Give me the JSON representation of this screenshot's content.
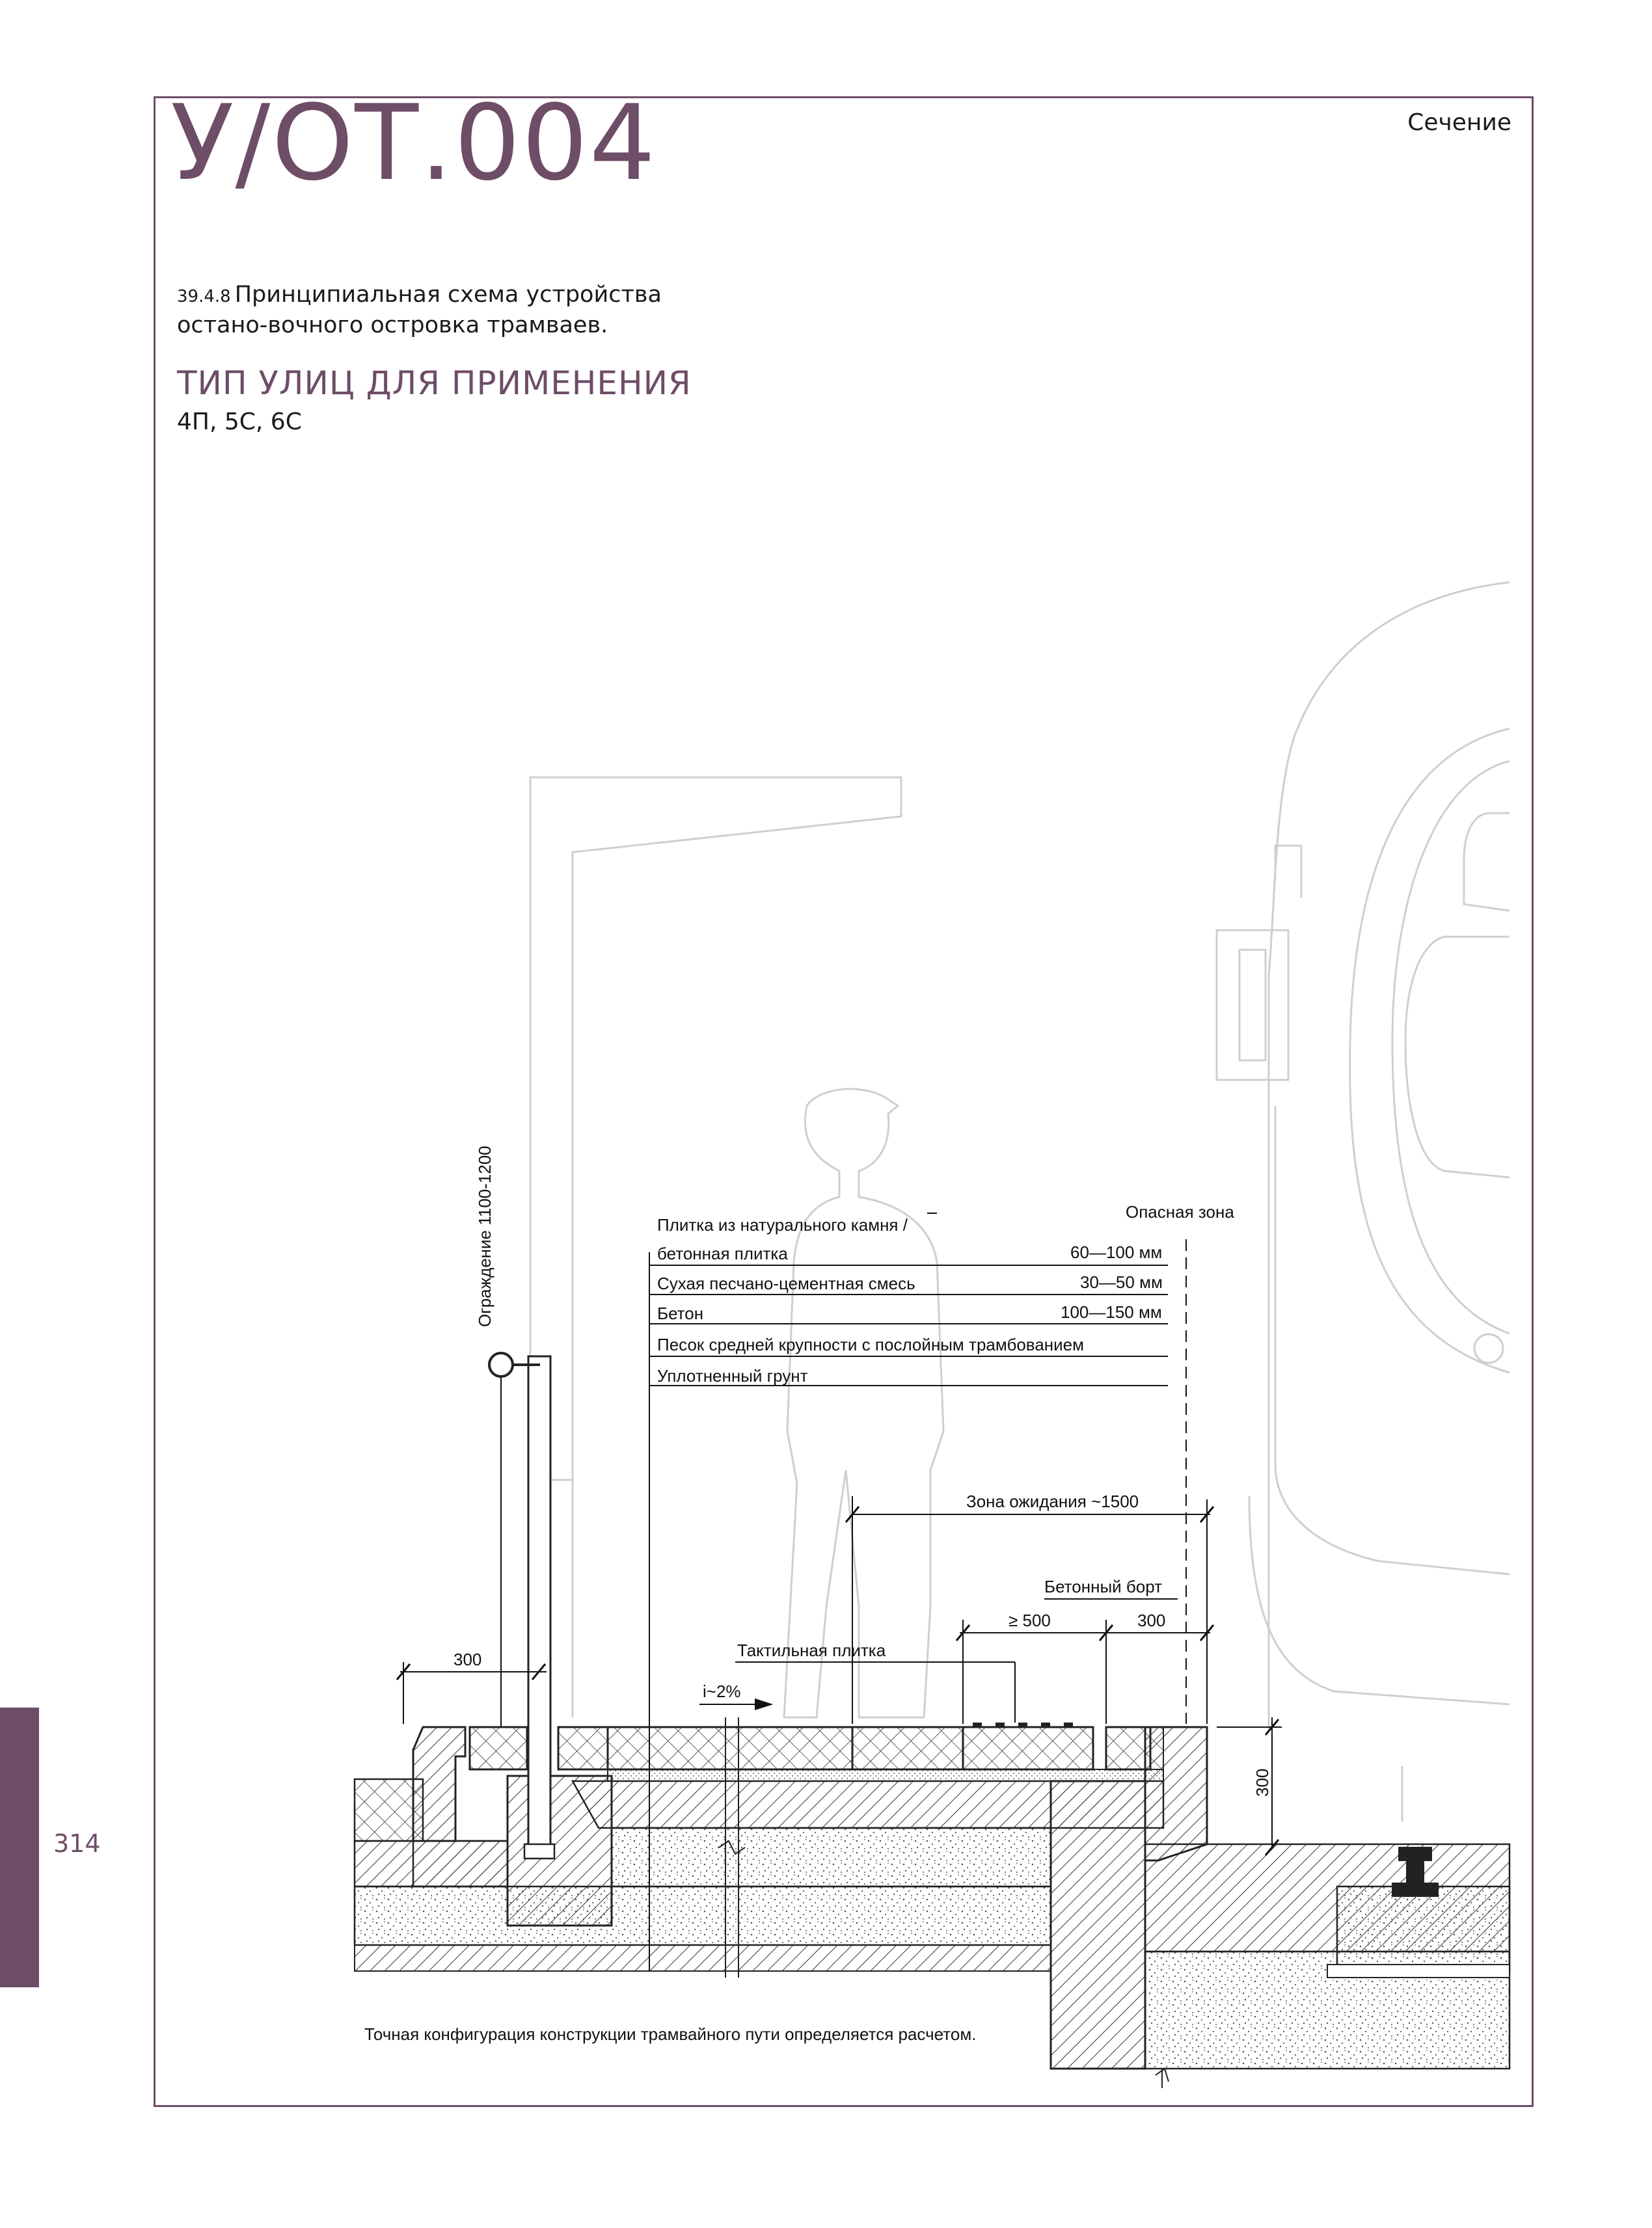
{
  "header": {
    "code": "У/ОТ.004",
    "view_type": "Сечение"
  },
  "description": {
    "number": "39.4.8",
    "text": "Принципиальная схема устройства остано-вочного островка трамваев."
  },
  "street_types": {
    "heading": "ТИП УЛИЦ ДЛЯ ПРИМЕНЕНИЯ",
    "values": "4П, 5С, 6С"
  },
  "page": {
    "number": "314"
  },
  "colors": {
    "accent": "#6e4d67",
    "line": "#1a1a1a",
    "ghost": "#c8c8c8"
  },
  "diagram": {
    "layers": [
      {
        "name": "Плитка из натурального камня /",
        "thickness": ""
      },
      {
        "name": "бетонная плитка",
        "thickness": "60—100 мм"
      },
      {
        "name": "Сухая песчано-цементная  смесь",
        "thickness": "30—50 мм"
      },
      {
        "name": "Бетон",
        "thickness": "100—150 мм"
      },
      {
        "name": "Песок средней крупности с послойным трамбованием",
        "thickness": ""
      },
      {
        "name": "Уплотненный грунт",
        "thickness": ""
      }
    ],
    "labels": {
      "danger_zone": "Опасная зона",
      "fence": "Ограждение 1100-1200",
      "waiting_zone": "Зона ожидания ~1500",
      "concrete_curb": "Бетонный борт",
      "tactile_tile": "Тактильная плитка",
      "slope": "i~2%",
      "dim_fence": "300",
      "dim_min": "≥ 500",
      "dim_curb": "300",
      "dim_height": "300"
    },
    "note": "Точная конфигурация конструкции трамвайного пути определяется расчетом."
  }
}
